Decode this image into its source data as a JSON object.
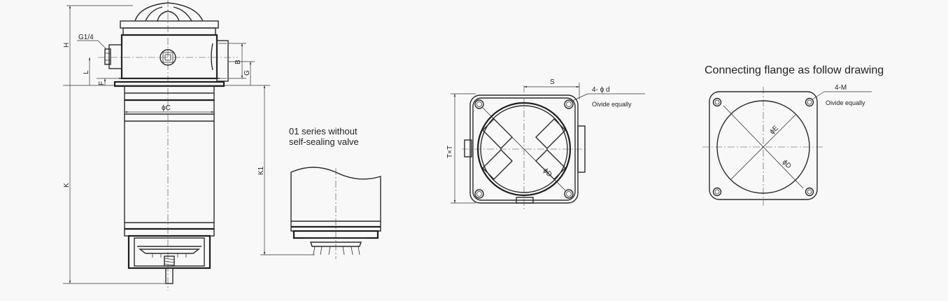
{
  "side_view": {
    "labels": {
      "H": "H",
      "L": "L",
      "F": "F",
      "B": "B",
      "G": "G",
      "K": "K",
      "K1": "K1",
      "port": "G1/4",
      "diameter_c": "ϕC"
    }
  },
  "variant_note": {
    "line1": "01 series without",
    "line2": "self-sealing valve"
  },
  "top_view": {
    "bolt_label": "4- ϕ d",
    "divide_label": "Oivide equally",
    "S": "S",
    "TxT": "T×T",
    "diameter_d": "ϕD"
  },
  "flange_view": {
    "title": "Connecting flange as follow drawing",
    "thread_label": "4-M",
    "divide_label": "Oivide equally",
    "diameter_e": "ϕE",
    "diameter_d": "ϕD"
  }
}
